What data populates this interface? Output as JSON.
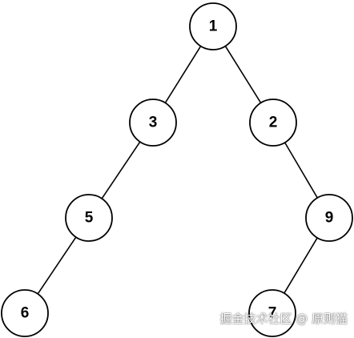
{
  "tree": {
    "nodes": [
      {
        "id": "n1",
        "label": "1"
      },
      {
        "id": "n3",
        "label": "3"
      },
      {
        "id": "n2",
        "label": "2"
      },
      {
        "id": "n5",
        "label": "5"
      },
      {
        "id": "n9",
        "label": "9"
      },
      {
        "id": "n6",
        "label": "6"
      },
      {
        "id": "n7",
        "label": "7"
      }
    ],
    "edges": [
      {
        "from": "n1",
        "to": "n3"
      },
      {
        "from": "n1",
        "to": "n2"
      },
      {
        "from": "n3",
        "to": "n5"
      },
      {
        "from": "n2",
        "to": "n9"
      },
      {
        "from": "n5",
        "to": "n6"
      },
      {
        "from": "n9",
        "to": "n7"
      }
    ]
  },
  "watermark": "掘金技术社区 @ 原则猫"
}
